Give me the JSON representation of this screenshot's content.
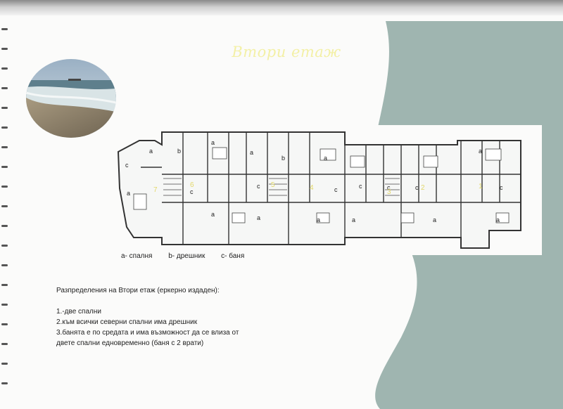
{
  "page": {
    "title": "Втори етаж"
  },
  "plan": {
    "room_letters": [
      "a",
      "b",
      "c"
    ],
    "unit_numbers": [
      "1",
      "2",
      "3",
      "4",
      "5",
      "6",
      "7"
    ]
  },
  "legend": {
    "a": "a- спалня",
    "b": "b- дрешник",
    "c": "c- баня"
  },
  "description": {
    "heading": "Разпределения на Втори етаж (еркерно издаден):",
    "lines": [
      "1.-две спални",
      "2.към всички северни спални има дрешник",
      "3.банята е по средата и има възможност да се влиза от",
      "двете спални едновременно (баня с 2 врати)"
    ]
  },
  "colors": {
    "teal_background": "#9fb5b0",
    "title_color": "#f3f0a6",
    "plan_fill": "#f6f7f6",
    "wall_color": "#333333"
  },
  "icons": {
    "photo": "beach-photo",
    "plan": "floor-plan-drawing"
  }
}
